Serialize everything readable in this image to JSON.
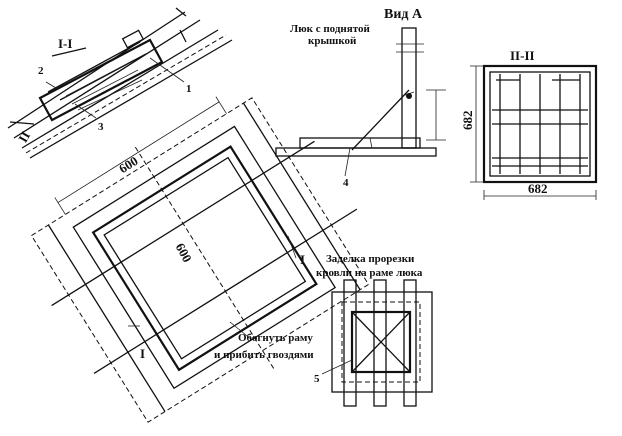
{
  "labels": {
    "section_1": "I-I",
    "section_2": "II-II",
    "view_a": "Вид А",
    "hatch_open_1": "Люк с поднятой",
    "hatch_open_2": "крышкой",
    "dim_600_top": "600",
    "dim_600_diag": "600",
    "dim_682_v": "682",
    "dim_682_h": "682",
    "seal_1": "Заделка прорезки",
    "seal_2": "кровли на раме люка",
    "bend_1": "Обогнуть раму",
    "bend_2": "и прибить гвоздями",
    "sec_mark_I_right": "I",
    "sec_mark_I_left": "I",
    "sec_mark_II": "II",
    "num_1": "1",
    "num_2": "2",
    "num_3": "3",
    "num_4": "4",
    "num_5": "5"
  }
}
